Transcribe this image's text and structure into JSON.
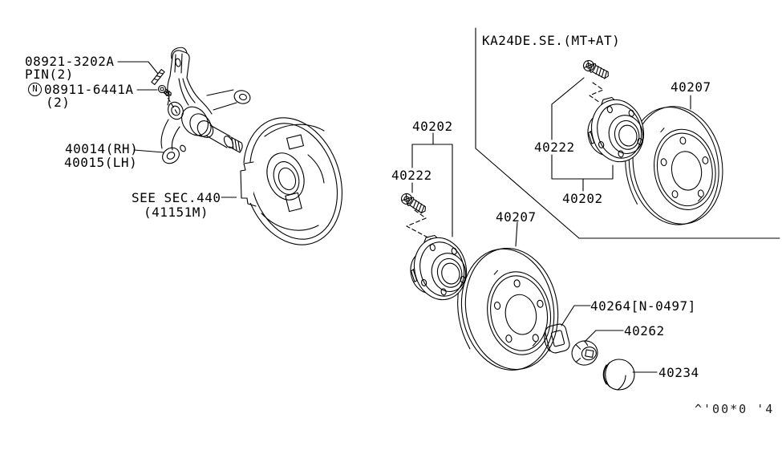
{
  "diagram": {
    "labels": {
      "pin_part_no": "08921-3202A",
      "pin_qty": "PIN(2)",
      "nut_symbol": "N",
      "nut_part_no": "08911-6441A",
      "nut_qty": "(2)",
      "knuckle_rh": "40014(RH)",
      "knuckle_lh": "40015(LH)",
      "see_section": "SEE SEC.440",
      "see_section_ref": "(41151M)",
      "engine_section": "KA24DE.SE.(MT+AT)",
      "box_bolt": "40222",
      "box_hub": "40202",
      "box_rotor": "40207",
      "main_hub": "40202",
      "main_bolt": "40222",
      "main_rotor": "40207",
      "washer": "40264[N-0497]",
      "lock_nut": "40262",
      "cap": "40234",
      "plate_code": "^'00*0 '4"
    },
    "colors": {
      "line": "#000000",
      "background": "#ffffff"
    }
  }
}
